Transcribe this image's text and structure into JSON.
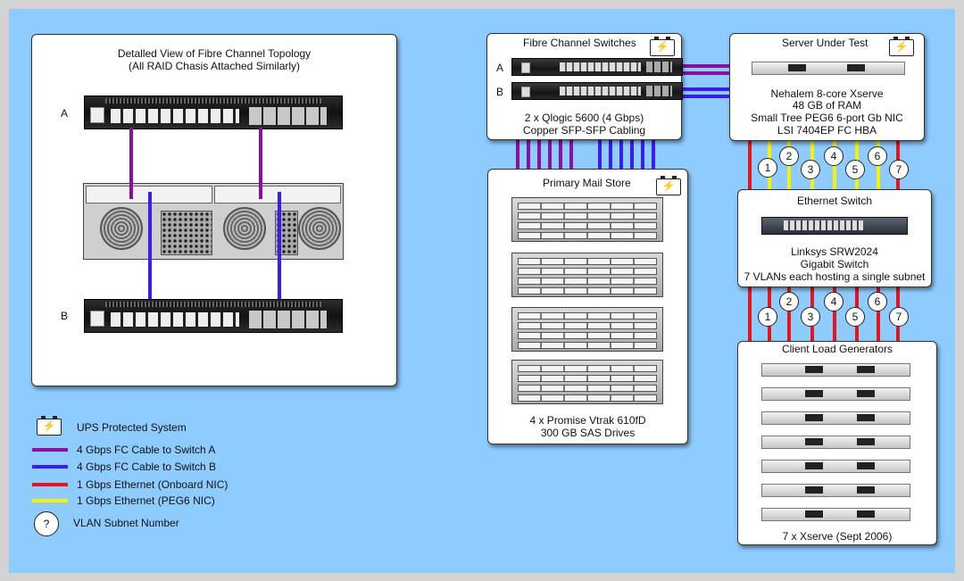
{
  "colors": {
    "background": "#8ecbff",
    "fc_switch_a": "#8d0ea5",
    "fc_switch_b": "#3b1cf0",
    "onboard_ethernet": "#e8141a",
    "peg6_ethernet": "#f4f20a"
  },
  "topology": {
    "title_line1": "Detalled View of Fibre Channel Topology",
    "title_line2": "(All RAID Chasis Attached Similarly)",
    "label_a": "A",
    "label_b": "B"
  },
  "fc_switches": {
    "title": "Fibre Channel Switches",
    "label_a": "A",
    "label_b": "B",
    "desc_line1": "2 x Qlogic 5600 (4 Gbps)",
    "desc_line2": "Copper SFP-SFP Cabling"
  },
  "server": {
    "title": "Server Under Test",
    "line1": "Nehalem 8-core Xserve",
    "line2": "48 GB of RAM",
    "line3": "Small Tree PEG6 6-port Gb NIC",
    "line4": "LSI 7404EP FC HBA"
  },
  "mail_store": {
    "title": "Primary Mail Store",
    "desc_line1": "4 x Promise Vtrak 610fD",
    "desc_line2": "300 GB SAS Drives"
  },
  "ethernet_switch": {
    "title": "Ethernet Switch",
    "line1": "Linksys SRW2024",
    "line2": "Gigabit Switch",
    "line3": "7 VLANs each hosting a single subnet"
  },
  "clients": {
    "title": "Client Load Generators",
    "desc": "7 x Xserve (Sept 2006)"
  },
  "vlans": [
    "1",
    "2",
    "3",
    "4",
    "5",
    "6",
    "7"
  ],
  "ups_icon": "battery-bolt-icon",
  "legend": {
    "ups": "UPS Protected System",
    "fc_a": "4 Gbps FC Cable to Switch A",
    "fc_b": "4 Gbps FC Cable to Switch B",
    "onboard": "1 Gbps Ethernet (Onboard NIC)",
    "peg6": "1 Gbps Ethernet (PEG6 NIC)",
    "vlan_symbol": "?",
    "vlan": "VLAN Subnet Number"
  }
}
